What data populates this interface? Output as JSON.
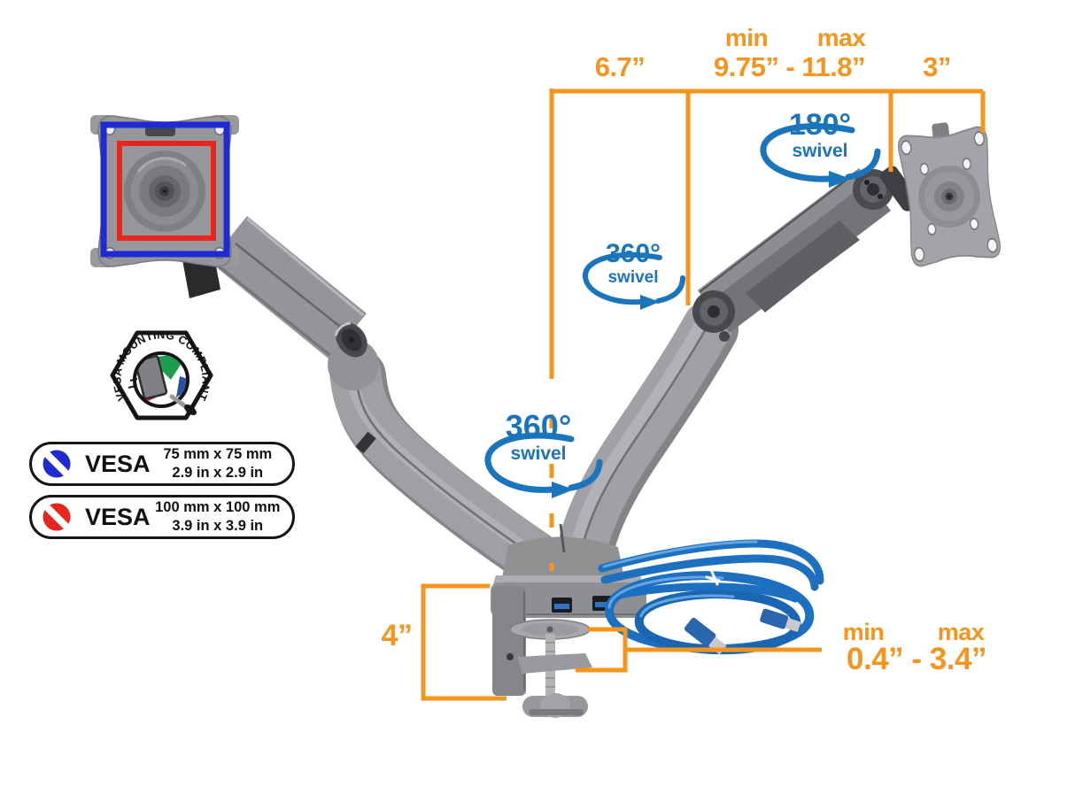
{
  "colors": {
    "annotation_orange": "#F7941E",
    "annotation_blue": "#1B75BC",
    "vesa_75_blue": "#1E2BD2",
    "vesa_100_red": "#E8251F",
    "cable_blue": "#1D6FC0",
    "arm_gray": "#9EA0A3"
  },
  "top_dimensions": {
    "arm_reach": "6.7”",
    "min_label": "min",
    "max_label": "max",
    "height_range": "9.75” - 11.8”",
    "vesa_plate_width": "3”"
  },
  "swivels": {
    "head": {
      "angle": "180°",
      "label": "swivel"
    },
    "arm": {
      "angle": "360°",
      "label": "swivel"
    },
    "base": {
      "angle": "360°",
      "label": "swivel"
    }
  },
  "base_dimensions": {
    "clamp_height": "4”",
    "min_label": "min",
    "max_label": "max",
    "clamp_range": "0.4” - 3.4”"
  },
  "vesa_badge": {
    "arc_text": "VESA MOUNTING COMPLIANT"
  },
  "vesa_specs": [
    {
      "label": "VESA",
      "size_mm": "75 mm x 75 mm",
      "size_in": "2.9 in x 2.9 in",
      "dot_color": "#1E2BD2"
    },
    {
      "label": "VESA",
      "size_mm": "100 mm x 100 mm",
      "size_in": "3.9 in x 3.9 in",
      "dot_color": "#E8251F"
    }
  ]
}
